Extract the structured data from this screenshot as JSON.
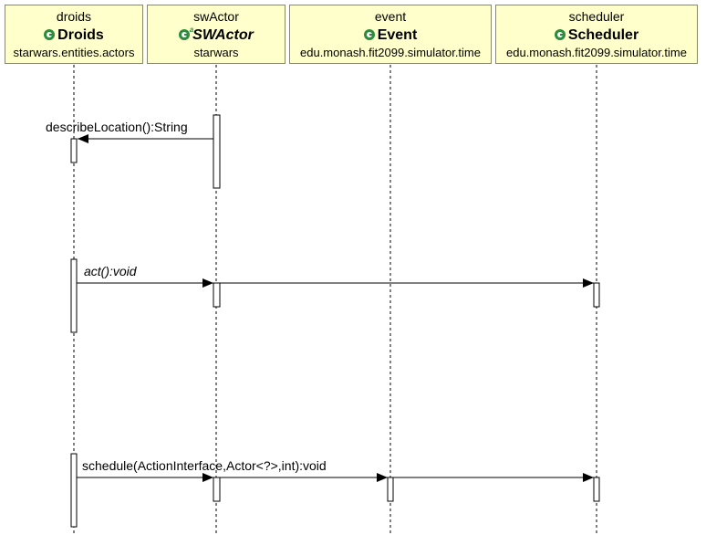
{
  "lifelines": [
    {
      "instance": "droids",
      "class_name": "Droids",
      "package": "starwars.entities.actors",
      "abstract": false
    },
    {
      "instance": "swActor",
      "class_name": "SWActor",
      "package": "starwars",
      "abstract": true
    },
    {
      "instance": "event",
      "class_name": "Event",
      "package": "edu.monash.fit2099.simulator.time",
      "abstract": false
    },
    {
      "instance": "scheduler",
      "class_name": "Scheduler",
      "package": "edu.monash.fit2099.simulator.time",
      "abstract": false
    }
  ],
  "messages": [
    {
      "label": "describeLocation():String",
      "italic": false,
      "from": "swActor",
      "to": "droids"
    },
    {
      "label": "act():void",
      "italic": true,
      "from": "droids",
      "to": "swActor"
    },
    {
      "label": "",
      "italic": false,
      "from": "swActor",
      "to": "scheduler"
    },
    {
      "label": "schedule(ActionInterface,Actor<?>,int):void",
      "italic": false,
      "from": "droids",
      "to": "swActor"
    },
    {
      "label": "",
      "italic": false,
      "from": "swActor",
      "to": "event"
    },
    {
      "label": "",
      "italic": false,
      "from": "event",
      "to": "scheduler"
    }
  ],
  "colors": {
    "box_fill": "#ffffcc",
    "box_border": "#8a8a60",
    "class_icon": "#2e8b3e",
    "line": "#000000"
  },
  "icons": {
    "class": "class-icon",
    "abstract_class": "abstract-class-icon"
  }
}
